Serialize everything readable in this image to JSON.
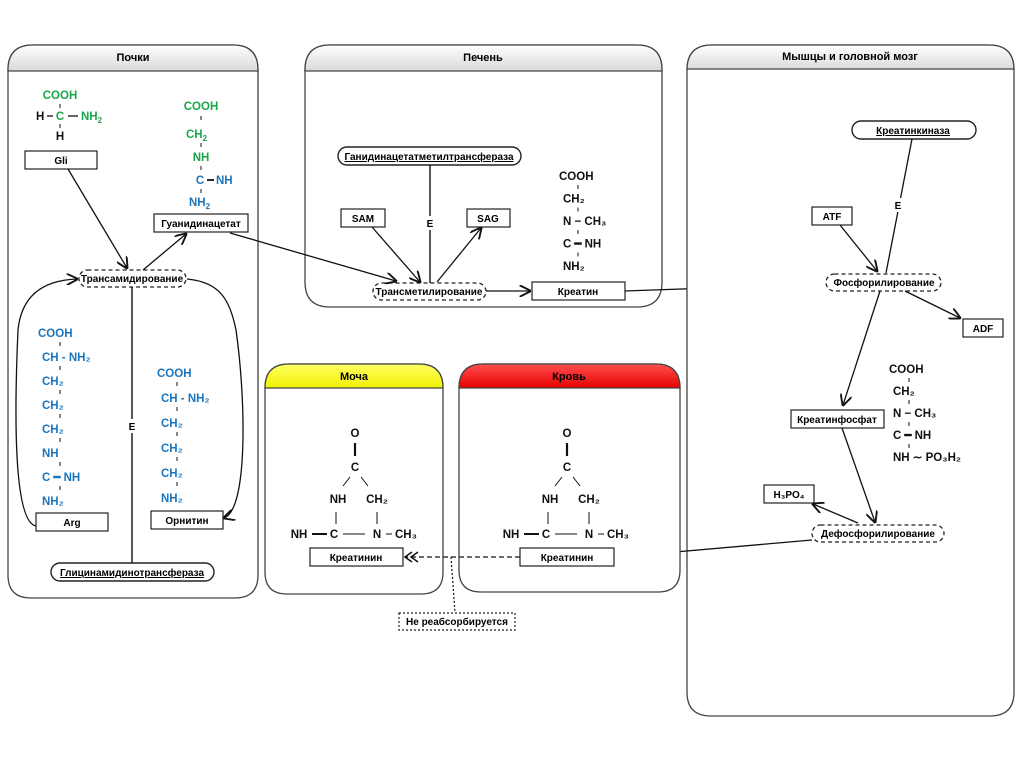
{
  "colors": {
    "green": "#1aa64b",
    "blue": "#1b75bc",
    "black": "#111111",
    "urine_header": "#ffff00",
    "blood_header": "#ff1a1a",
    "gray_header": "#e6e6e6"
  },
  "kidneys": {
    "title": "Почки",
    "gly_label": "Gli",
    "guanidinoacetate_label": "Гуанидинацетат",
    "transamidation_label": "Трансамидирование",
    "enzyme_label": "Глицинамидинотрансфераза",
    "enzyme_marker": "E",
    "arg_label": "Arg",
    "ornithine_label": "Орнитин",
    "gly_formula": {
      "top": "COOH",
      "h_left": "H",
      "c": "C",
      "nh2": "NH",
      "nh2_sub": "2",
      "h_bottom": "H"
    },
    "guan_formula": {
      "cooh": "COOH",
      "ch2": "CH",
      "ch2_sub": "2",
      "nh": "NH",
      "c": "C",
      "cnh": "NH",
      "nh2": "NH",
      "nh2_sub": "2"
    },
    "arg_formula": [
      "COOH",
      "CH - NH₂",
      "CH₂",
      "CH₂",
      "CH₂",
      "NH",
      "C ━ NH",
      "NH₂"
    ],
    "orn_formula": [
      "COOH",
      "CH - NH₂",
      "CH₂",
      "CH₂",
      "CH₂",
      "NH₂"
    ]
  },
  "liver": {
    "title": "Печень",
    "enzyme_label": "Ганидинацетатметилтрансфераза",
    "enzyme_marker": "E",
    "sam_label": "SAM",
    "sag_label": "SAG",
    "transmethylation_label": "Трансметилирование",
    "creatine_label": "Креатин",
    "creatine_formula": [
      "COOH",
      "CH₂",
      "N  − CH₃",
      "C ━ NH",
      "NH₂"
    ]
  },
  "muscle": {
    "title": "Мышцы и головной мозг",
    "enzyme_label": "Креатинкиназа",
    "enzyme_marker": "E",
    "atf_label": "ATF",
    "adf_label": "ADF",
    "phosphorylation_label": "Фосфорилирование",
    "creatine_phosphate_label": "Креатинфосфат",
    "h3po4_label": "H₃PO₄",
    "dephosphorylation_label": "Дефосфорилирование",
    "cp_formula": [
      "COOH",
      "CH₂",
      "N  − CH₃",
      "C ━ NH",
      "NH  ∼ PO₃H₂"
    ]
  },
  "urine": {
    "title": "Моча",
    "creatinine_label": "Креатинин",
    "ring": {
      "o": "O",
      "c_top": "C",
      "nh": "NH",
      "ch2": "CH₂",
      "nh_left": "NH",
      "c": "C",
      "n": "N",
      "ch3": "CH₃"
    }
  },
  "blood": {
    "title": "Кровь",
    "creatinine_label": "Креатинин",
    "ring": {
      "o": "O",
      "c_top": "C",
      "nh": "NH",
      "ch2": "CH₂",
      "nh_left": "NH",
      "c": "C",
      "n": "N",
      "ch3": "CH₃"
    }
  },
  "note": {
    "not_reabsorbed": "Не реабсорбируется"
  }
}
